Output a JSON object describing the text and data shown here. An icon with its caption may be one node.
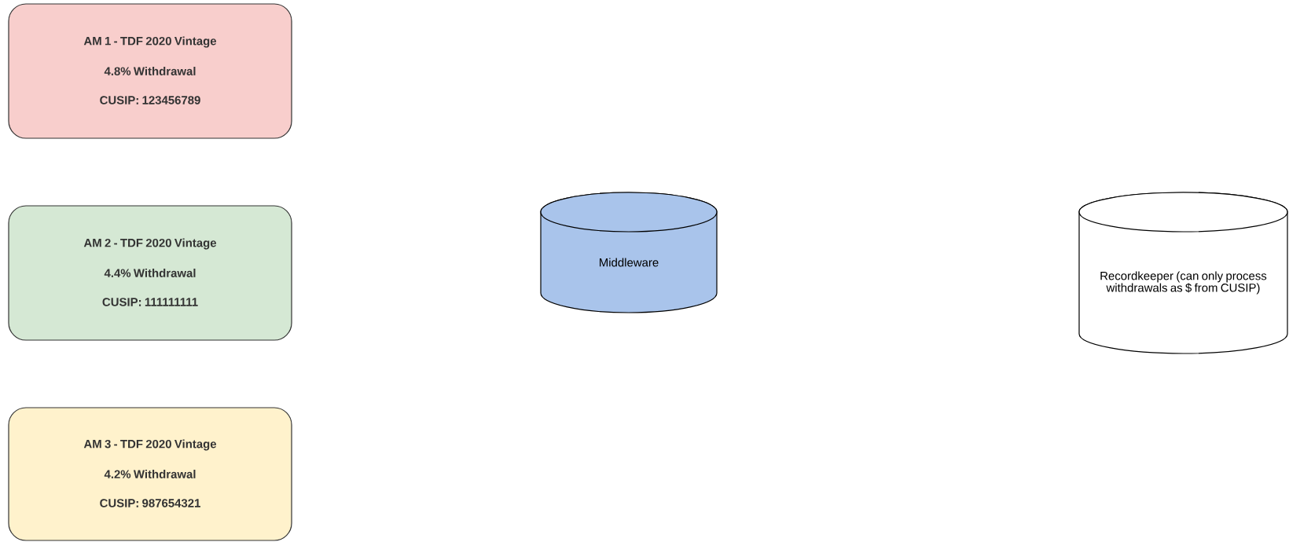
{
  "diagram": {
    "nodes": [
      {
        "text": [
          "AM 1 - TDF 2020 Vintage",
          "4.8% Withdrawal",
          "CUSIP: 123456789"
        ]
      },
      {
        "text": [
          "AM 2 - TDF 2020 Vintage",
          "4.4% Withdrawal",
          "CUSIP: 111111111"
        ]
      },
      {
        "text": [
          "AM 3 - TDF 2020 Vintage",
          "4.2% Withdrawal",
          "CUSIP: 987654321"
        ]
      },
      {
        "text": [
          "Middleware"
        ]
      },
      {
        "text": [
          "Recordkeeper (can only process withdrawals as $ from CUSIP)"
        ]
      }
    ]
  }
}
